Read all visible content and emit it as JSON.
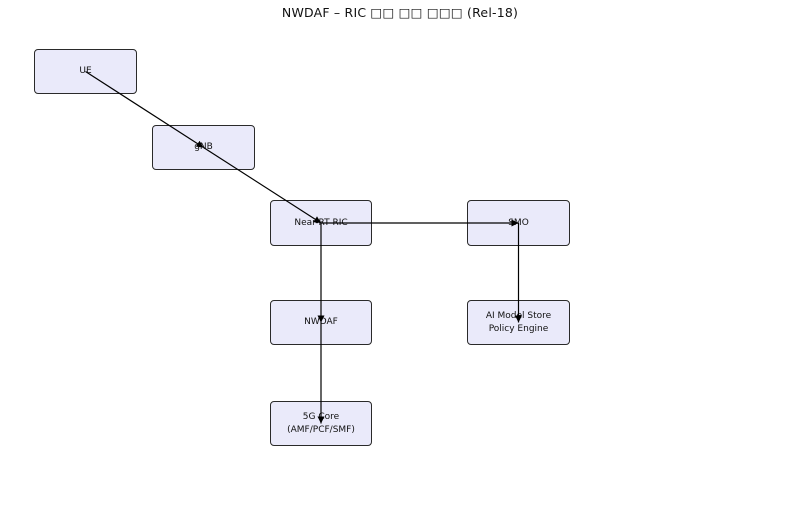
{
  "title": "NWDAF – RIC □□ □□ □□□ (Rel-18)",
  "nodes": {
    "ue": {
      "label": "UE"
    },
    "gnb": {
      "label": "gNB"
    },
    "near_rt_ric": {
      "label": "Near-RT RIC"
    },
    "smo": {
      "label": "SMO"
    },
    "nwdaf": {
      "label": "NWDAF"
    },
    "ai_model_store": {
      "label_line1": "AI Model Store",
      "label_line2": "Policy Engine"
    },
    "core_5g": {
      "label_line1": "5G Core",
      "label_line2": "(AMF/PCF/SMF)"
    }
  },
  "edges": [
    {
      "from": "UE",
      "to": "gNB"
    },
    {
      "from": "gNB",
      "to": "Near-RT RIC"
    },
    {
      "from": "Near-RT RIC",
      "to": "SMO"
    },
    {
      "from": "Near-RT RIC",
      "to": "NWDAF"
    },
    {
      "from": "NWDAF",
      "to": "5G Core (AMF/PCF/SMF)"
    },
    {
      "from": "SMO",
      "to": "AI Model Store Policy Engine"
    }
  ],
  "colors": {
    "node_fill": "#eaeafa",
    "node_border": "#2a2a2a",
    "edge": "#000000",
    "text": "#111111",
    "background": "#ffffff"
  }
}
